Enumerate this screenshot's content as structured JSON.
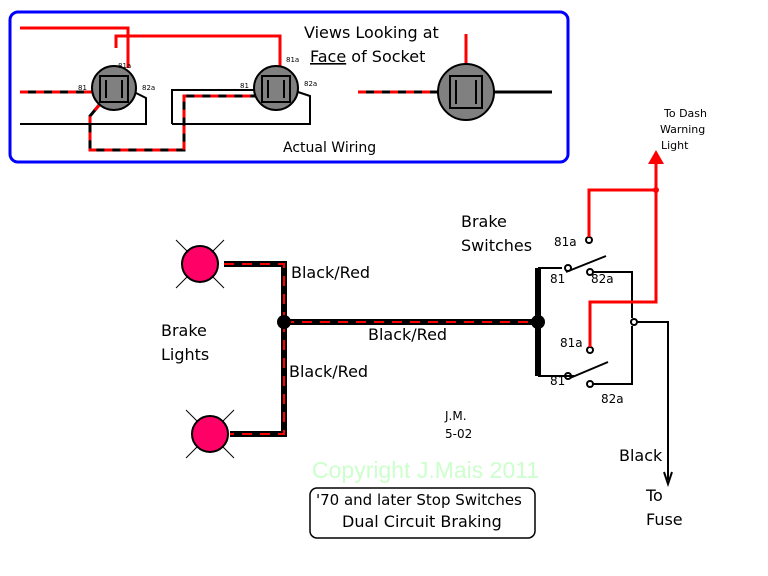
{
  "inset": {
    "title_line1": "Views Looking at",
    "title_face": "Face",
    "title_rest": " of Socket",
    "caption": "Actual Wiring",
    "terminals": {
      "t81a": "81a",
      "t81": "81",
      "t82a": "82a"
    }
  },
  "main": {
    "brake_switches_line1": "Brake",
    "brake_switches_line2": "Switches",
    "brake_lights_line1": "Brake",
    "brake_lights_line2": "Lights",
    "wire_upper": "Black/Red",
    "wire_middle": "Black/Red",
    "wire_lower": "Black/Red",
    "wire_black": "Black",
    "to_fuse_line1": "To",
    "to_fuse_line2": "Fuse",
    "dash_line1": "To Dash",
    "dash_line2": "Warning",
    "dash_line3": "Light",
    "switch_upper": {
      "t81a": "81a",
      "t81": "81",
      "t82a": "82a"
    },
    "switch_lower": {
      "t81a": "81a",
      "t81": "81",
      "t82a": "82a"
    },
    "author_initials": "J.M.",
    "author_date": "5-02",
    "copyright": "Copyright J.Mais 2011"
  },
  "caption_box": {
    "line1": "'70 and later Stop Switches",
    "line2": "Dual Circuit Braking"
  },
  "colors": {
    "frame": "#0000ff",
    "wire_red": "#ff0000",
    "wire_black": "#000000",
    "lamp": "#ff0066",
    "socket": "#808080",
    "copyright": "#ccffcc"
  }
}
